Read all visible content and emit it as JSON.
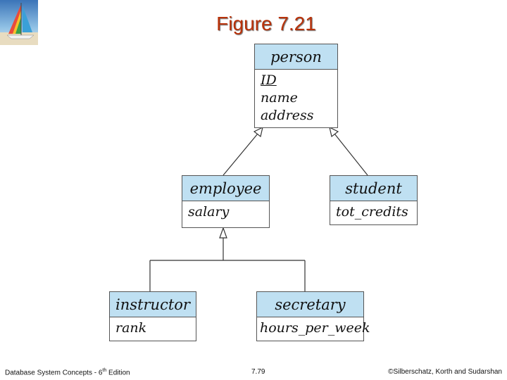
{
  "title": "Figure 7.21",
  "entities": {
    "person": {
      "name": "person",
      "attributes": [
        "ID",
        "name",
        "address"
      ],
      "primary_key": "ID"
    },
    "employee": {
      "name": "employee",
      "attributes": [
        "salary"
      ]
    },
    "student": {
      "name": "student",
      "attributes": [
        "tot_credits"
      ]
    },
    "instructor": {
      "name": "instructor",
      "attributes": [
        "rank"
      ]
    },
    "secretary": {
      "name": "secretary",
      "attributes": [
        "hours_per_week"
      ]
    }
  },
  "relationships": [
    {
      "type": "specialization",
      "parent": "person",
      "children": [
        "employee",
        "student"
      ],
      "style": "separate"
    },
    {
      "type": "specialization",
      "parent": "employee",
      "children": [
        "instructor",
        "secretary"
      ],
      "style": "shared"
    }
  ],
  "footer": {
    "left_prefix": "Database System Concepts - 6",
    "left_sup": "th",
    "left_suffix": " Edition",
    "center": "7.79",
    "right": "©Silberschatz, Korth and Sudarshan"
  }
}
